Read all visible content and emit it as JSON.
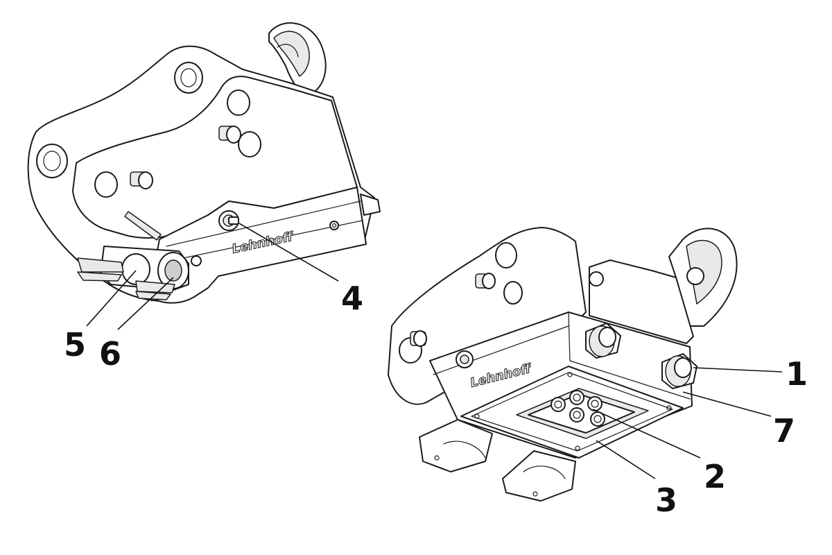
{
  "brand_text": "Lehnhoff",
  "callouts": [
    {
      "id": "1",
      "label": "1"
    },
    {
      "id": "2",
      "label": "2"
    },
    {
      "id": "3",
      "label": "3"
    },
    {
      "id": "4",
      "label": "4"
    },
    {
      "id": "5",
      "label": "5"
    },
    {
      "id": "6",
      "label": "6"
    },
    {
      "id": "7",
      "label": "7"
    }
  ],
  "colors": {
    "line": "#1a1a1a",
    "background": "#ffffff"
  }
}
